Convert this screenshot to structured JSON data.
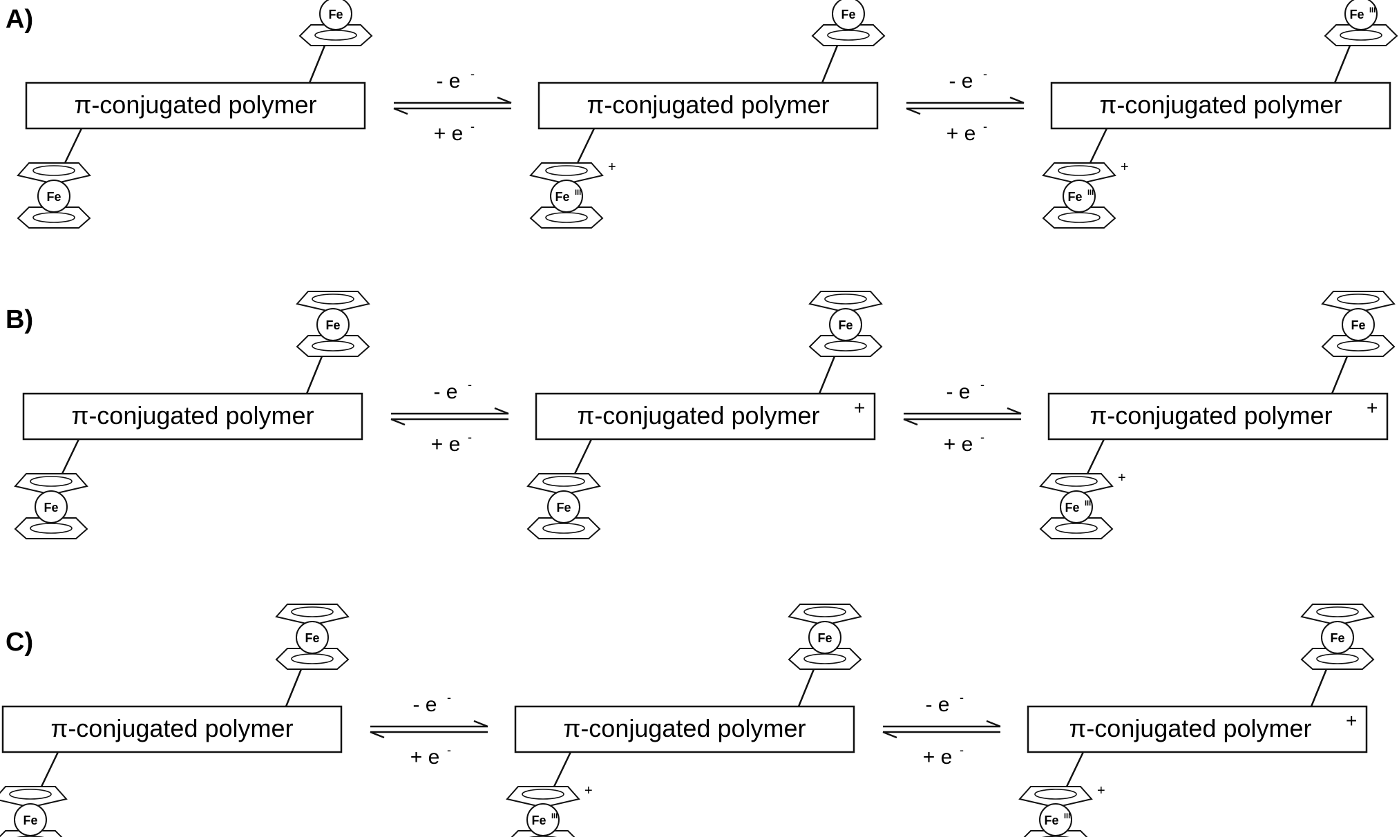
{
  "panels": [
    {
      "label": "A)",
      "arrows": [
        {
          "forward": "- e",
          "backward": "+ e",
          "sup": "-"
        },
        {
          "forward": "- e",
          "backward": "+ e",
          "sup": "-"
        }
      ],
      "states": [
        {
          "polymer": "π-conjugated polymer",
          "polymer_charge": "",
          "top_fc": {
            "metal": "Fe",
            "ox": "",
            "charge": ""
          },
          "bottom_fc": {
            "metal": "Fe",
            "ox": "",
            "charge": ""
          }
        },
        {
          "polymer": "π-conjugated polymer",
          "polymer_charge": "",
          "top_fc": {
            "metal": "Fe",
            "ox": "",
            "charge": ""
          },
          "bottom_fc": {
            "metal": "Fe",
            "ox": "III",
            "charge": "+"
          }
        },
        {
          "polymer": "π-conjugated polymer",
          "polymer_charge": "",
          "top_fc": {
            "metal": "Fe",
            "ox": "III",
            "charge": "+"
          },
          "bottom_fc": {
            "metal": "Fe",
            "ox": "III",
            "charge": "+"
          }
        }
      ]
    },
    {
      "label": "B)",
      "arrows": [
        {
          "forward": "- e",
          "backward": "+ e",
          "sup": "-"
        },
        {
          "forward": "- e",
          "backward": "+ e",
          "sup": "-"
        }
      ],
      "states": [
        {
          "polymer": "π-conjugated polymer",
          "polymer_charge": "",
          "top_fc": {
            "metal": "Fe",
            "ox": "",
            "charge": ""
          },
          "bottom_fc": {
            "metal": "Fe",
            "ox": "",
            "charge": ""
          }
        },
        {
          "polymer": "π-conjugated polymer",
          "polymer_charge": "+",
          "top_fc": {
            "metal": "Fe",
            "ox": "",
            "charge": ""
          },
          "bottom_fc": {
            "metal": "Fe",
            "ox": "",
            "charge": ""
          }
        },
        {
          "polymer": "π-conjugated polymer",
          "polymer_charge": "+",
          "top_fc": {
            "metal": "Fe",
            "ox": "",
            "charge": ""
          },
          "bottom_fc": {
            "metal": "Fe",
            "ox": "III",
            "charge": "+"
          }
        }
      ]
    },
    {
      "label": "C)",
      "arrows": [
        {
          "forward": "- e",
          "backward": "+ e",
          "sup": "-"
        },
        {
          "forward": "- e",
          "backward": "+ e",
          "sup": "-"
        }
      ],
      "states": [
        {
          "polymer": "π-conjugated polymer",
          "polymer_charge": "",
          "top_fc": {
            "metal": "Fe",
            "ox": "",
            "charge": ""
          },
          "bottom_fc": {
            "metal": "Fe",
            "ox": "",
            "charge": ""
          }
        },
        {
          "polymer": "π-conjugated polymer",
          "polymer_charge": "",
          "top_fc": {
            "metal": "Fe",
            "ox": "",
            "charge": ""
          },
          "bottom_fc": {
            "metal": "Fe",
            "ox": "III",
            "charge": "+"
          }
        },
        {
          "polymer": "π-conjugated polymer",
          "polymer_charge": "+",
          "top_fc": {
            "metal": "Fe",
            "ox": "",
            "charge": ""
          },
          "bottom_fc": {
            "metal": "Fe",
            "ox": "III",
            "charge": "+"
          }
        }
      ]
    }
  ]
}
